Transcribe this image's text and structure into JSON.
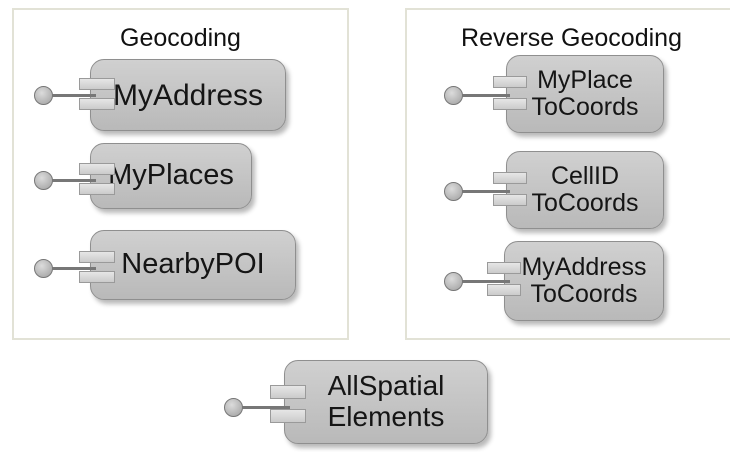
{
  "groups": {
    "geocoding": {
      "title": "Geocoding"
    },
    "reverse": {
      "title": "Reverse Geocoding"
    }
  },
  "components": {
    "myaddress": {
      "label": "MyAddress"
    },
    "myplaces": {
      "label": "MyPlaces"
    },
    "nearbypoi": {
      "label": "NearbyPOI"
    },
    "myplace_tocoords": {
      "line1": "MyPlace",
      "line2": "ToCoords"
    },
    "cellid_tocoords": {
      "line1": "CellID",
      "line2": "ToCoords"
    },
    "myaddress_tocoords": {
      "line1": "MyAddress",
      "line2": "ToCoords"
    },
    "allspatial": {
      "line1": "AllSpatial",
      "line2": "Elements"
    }
  }
}
